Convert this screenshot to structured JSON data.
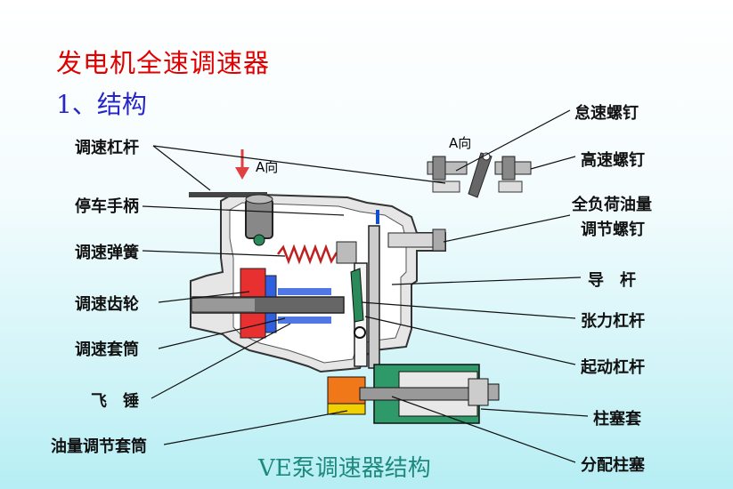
{
  "title": "发电机全速调速器",
  "subtitle": "1、结构",
  "caption": "VE泵调速器结构",
  "direction_label": "A向",
  "direction_label_small": "A向",
  "labels_left": [
    "调速杠杆",
    "停车手柄",
    "调速弹簧",
    "调速齿轮",
    "调速套筒",
    "飞　锤",
    "油量调节套筒"
  ],
  "labels_right": [
    "怠速螺钉",
    "高速螺钉",
    "全负荷油量",
    "调节螺钉",
    "导　杆",
    "张力杠杆",
    "起动杠杆",
    "柱塞套",
    "分配柱塞"
  ],
  "colors": {
    "title": "#e00000",
    "subtitle": "#2626c8",
    "caption": "#1e8a7e",
    "housing": "#e8e8e8",
    "red_part": "#e83030",
    "blue_part": "#3060e0",
    "green_part": "#2e9a6a",
    "orange_part": "#f07818",
    "yellow_part": "#f0d000"
  }
}
